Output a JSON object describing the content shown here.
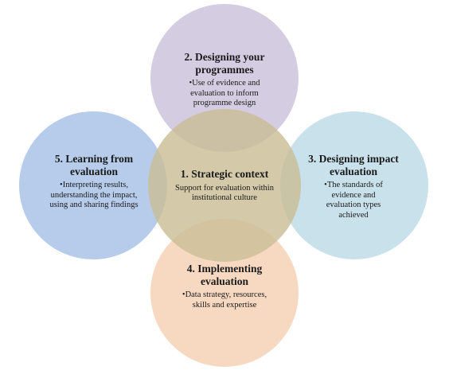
{
  "colors": {
    "top": "#cdc3db",
    "left": "#a9c3e6",
    "right": "#bfdce8",
    "bottom": "#f6d2b6",
    "center": "#c9bd95"
  },
  "circles": {
    "top": {
      "title": "2. Designing your programmes",
      "body": "•Use of evidence and evaluation to inform programme design"
    },
    "left": {
      "title": "5. Learning from evaluation",
      "body": "•Interpreting results, understanding the impact, using and sharing findings"
    },
    "right": {
      "title": "3. Designing impact evaluation",
      "body": "•The standards of evidence and evaluation types achieved"
    },
    "bottom": {
      "title": "4. Implementing evaluation",
      "body": "•Data strategy, resources, skills and expertise"
    },
    "center": {
      "title": "1. Strategic context",
      "body": "Support for evaluation within institutional culture"
    }
  }
}
